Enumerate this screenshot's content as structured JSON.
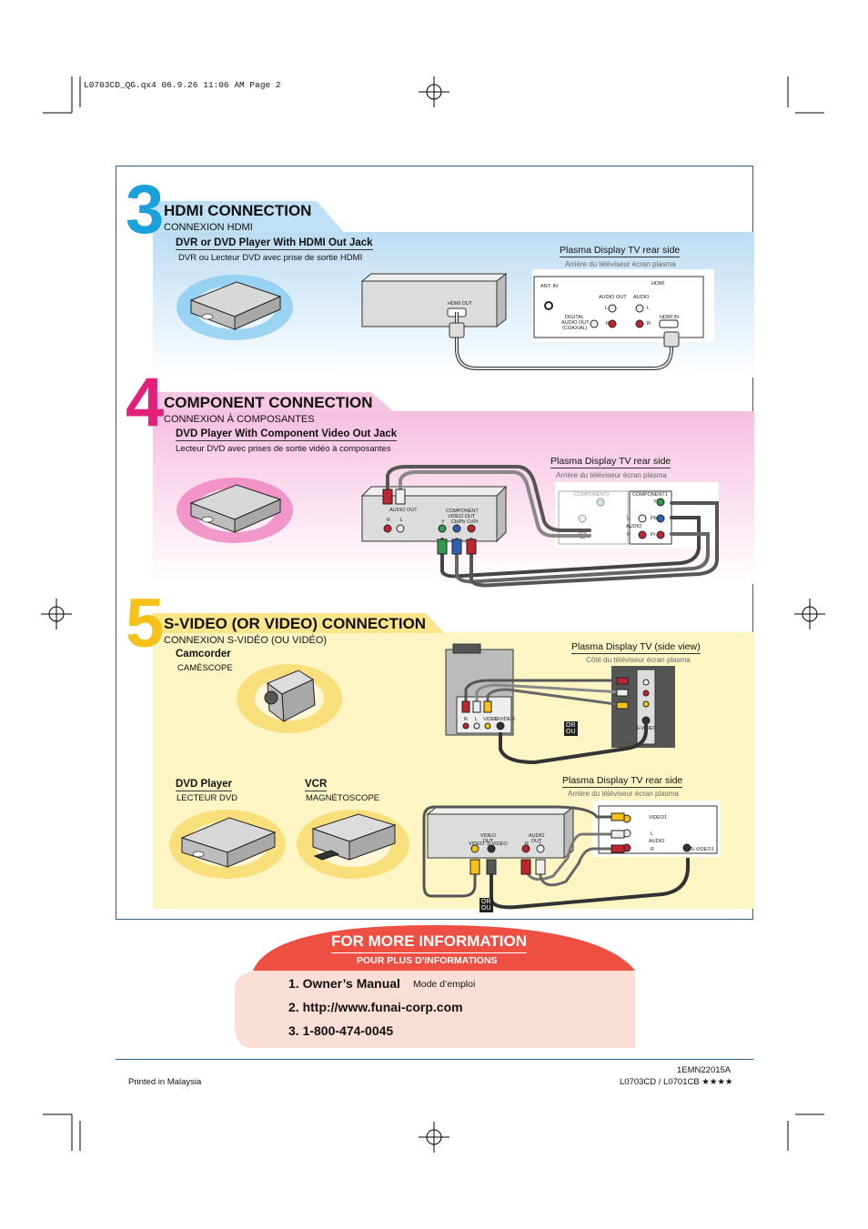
{
  "header": {
    "slug": "L0703CD_QG.qx4  06.9.26  11:06 AM  Page 2"
  },
  "section3": {
    "number": "3",
    "title": "HDMI CONNECTION",
    "subtitle": "CONNEXION HDMI",
    "device_title": "DVR or DVD Player With HDMI Out Jack",
    "device_subtitle": "DVR ou Lecteur DVD avec prise de sortie HDMI",
    "tv_title": "Plasma Display TV rear side",
    "tv_subtitle": "Arrière du téléviseur écran plasma",
    "player_jack": "HDMI OUT",
    "tv_labels": {
      "ant": "ANT. IN",
      "hdmi": "HDMI",
      "audio_out": "AUDIO OUT",
      "audio": "AUDIO",
      "l": "L",
      "r": "R",
      "digital": "DIGITAL",
      "audio_out2": "AUDIO OUT",
      "coaxial": "(COAXIAL)",
      "hdmi_in": "HDMI IN"
    }
  },
  "section4": {
    "number": "4",
    "title": "COMPONENT CONNECTION",
    "subtitle": "CONNEXION À COMPOSANTES",
    "device_title": "DVD Player With Component Video Out Jack",
    "device_subtitle": "Lecteur DVD avec prises de sortie vidéo à composantes",
    "tv_title": "Plasma Display TV rear side",
    "tv_subtitle": "Arrière du téléviseur écran plasma",
    "player_labels": {
      "audio_out": "AUDIO OUT",
      "r": "R",
      "l": "L",
      "component": "COMPONENT",
      "video_out": "VIDEO OUT",
      "y": "Y",
      "cb": "Cb/Pb",
      "cr": "Cr/Pr"
    },
    "tv_labels": {
      "component2": "COMPONENT2",
      "component1": "COMPONENT1",
      "y": "Y",
      "pb": "Pb",
      "pr": "Pr",
      "l": "L",
      "r": "R",
      "audio": "AUDIO"
    }
  },
  "section5": {
    "number": "5",
    "title": "S-VIDEO (OR VIDEO) CONNECTION",
    "subtitle": "CONNEXION S-VIDÉO (OU VIDÉO)",
    "camcorder_title": "Camcorder",
    "camcorder_subtitle": "CAMÉSCOPE",
    "dvd_title": "DVD Player",
    "dvd_subtitle": "LECTEUR DVD",
    "vcr_title": "VCR",
    "vcr_subtitle": "MAGNÉTOSCOPE",
    "tv_side_title": "Plasma Display TV (side view)",
    "tv_side_subtitle": "Côté du téléviseur écran plasma",
    "tv_rear_title": "Plasma Display TV rear side",
    "tv_rear_subtitle": "Arrière du téléviseur écran plasma",
    "or_label": "OR\nOU",
    "cam_labels": {
      "r": "R",
      "l": "L",
      "video": "VIDEO",
      "svideo": "S-VIDEO"
    },
    "side_labels": {
      "svideo": "S-VIDEO"
    },
    "vcr_labels": {
      "video_out": "VIDEO\nOUT",
      "video": "VIDEO",
      "svideo": "S-VIDEO",
      "audio_out": "AUDIO\nOUT",
      "r": "R",
      "l": "L"
    },
    "rear_labels": {
      "video1": "VIDEO1",
      "l": "L",
      "audio": "AUDIO",
      "r": "R",
      "svideo1": "S-VIDEO1"
    }
  },
  "info": {
    "title": "FOR MORE INFORMATION",
    "subtitle": "POUR PLUS D'INFORMATIONS",
    "item1": "1. Owner’s Manual",
    "item1_fr": "Mode d’emploi",
    "item2": "2. http://www.funai-corp.com",
    "item3": "3. 1-800-474-0045"
  },
  "footer": {
    "printed": "Printed in Malaysia",
    "code": "1EMN22015A",
    "model": "L0703CD / L0701CB ★★★★"
  },
  "colors": {
    "cyan": "#1aa1dc",
    "magenta": "#e2207a",
    "yellow": "#f6c21a",
    "red_banner": "#ee4f43",
    "frame": "#2f5f7a"
  }
}
